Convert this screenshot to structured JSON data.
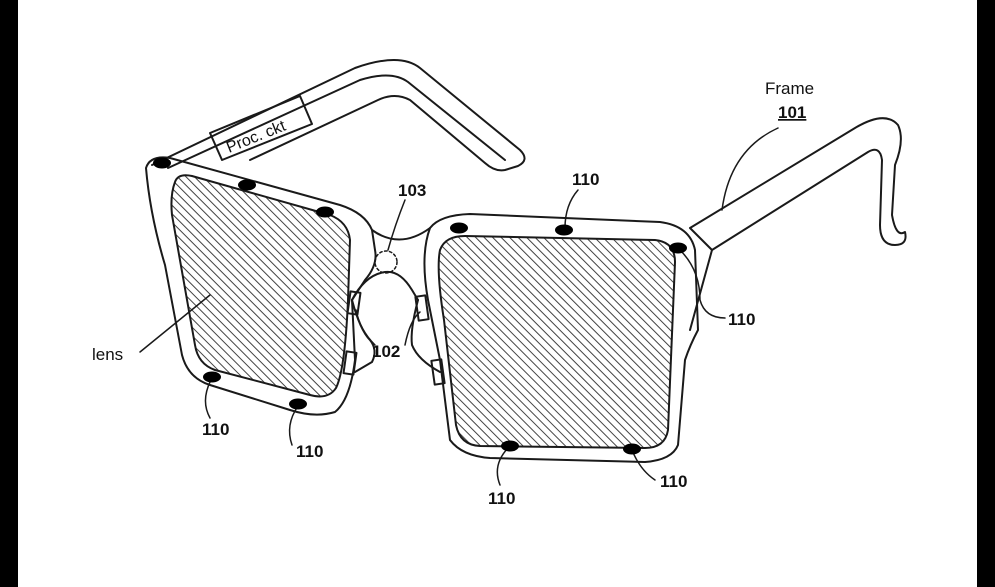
{
  "figure": {
    "labels": {
      "frame_word": "Frame",
      "frame_number": "101",
      "processing_circuit": "Proc. ckt",
      "lens": "lens",
      "hinge_number": "102",
      "center_sensor_number": "103",
      "sensor_number": "110"
    },
    "colors": {
      "line": "#1a1a1a",
      "lens_hatch": "#555555",
      "sensor_fill": "#000000",
      "edge_bars": "#000000"
    }
  }
}
